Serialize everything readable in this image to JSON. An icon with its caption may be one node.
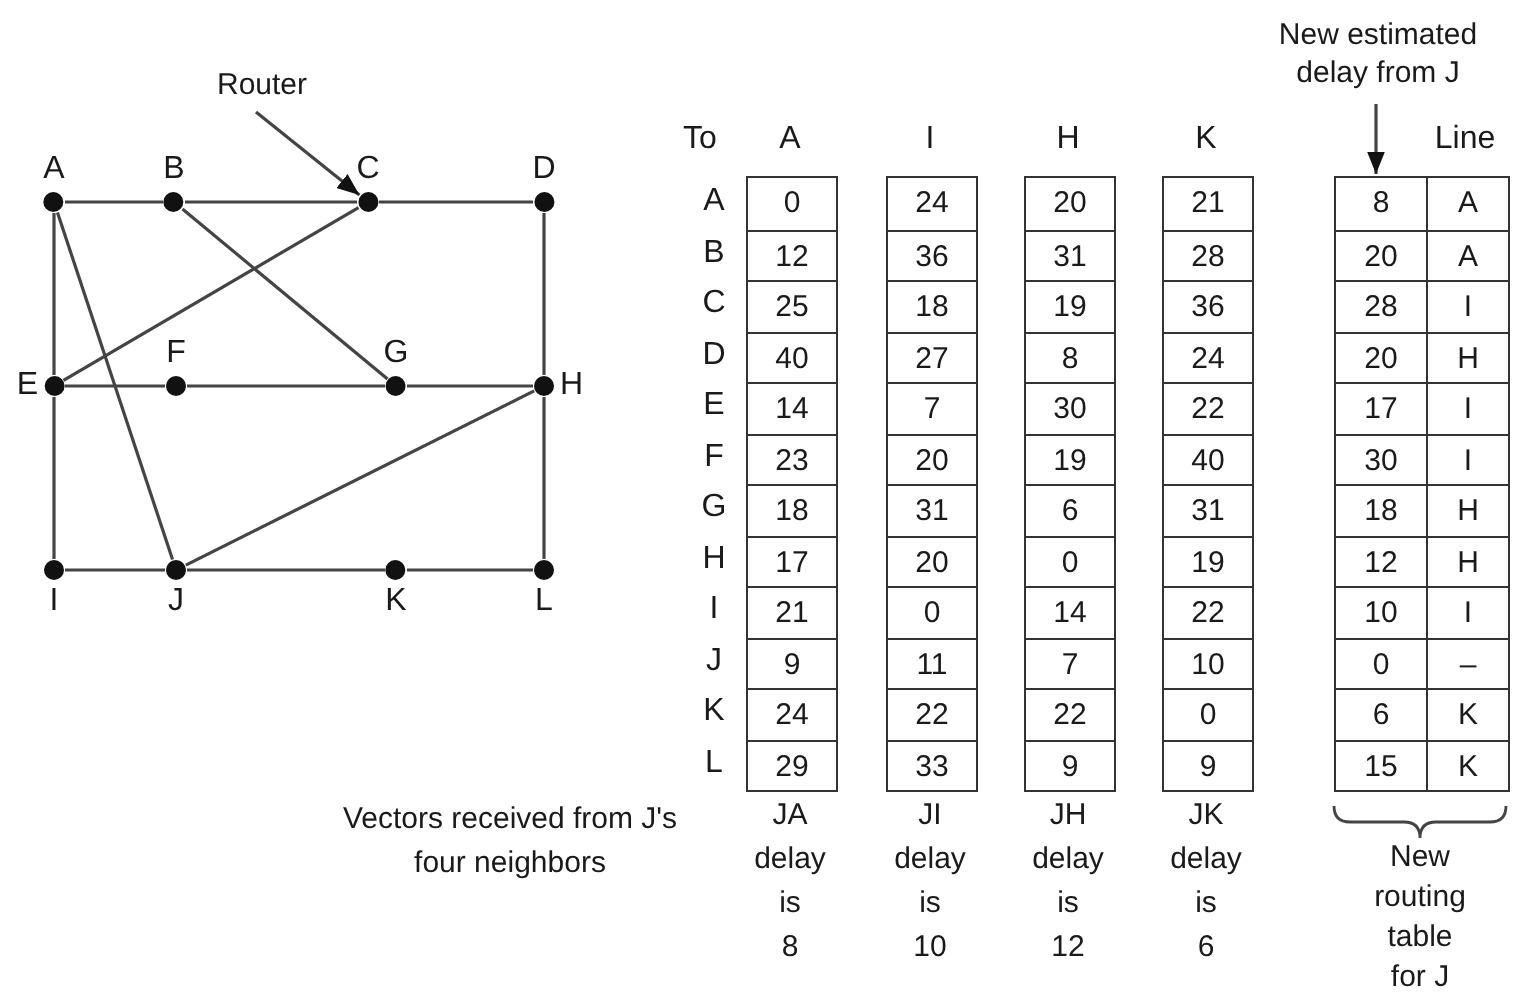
{
  "diagram": {
    "nodes": [
      {
        "text": [
          "A"
        ]
      },
      {
        "text": [
          "B"
        ]
      },
      {
        "text": [
          "C"
        ]
      },
      {
        "text": [
          "D"
        ]
      },
      {
        "text": [
          "E"
        ]
      },
      {
        "text": [
          "F"
        ]
      },
      {
        "text": [
          "G"
        ]
      },
      {
        "text": [
          "H"
        ]
      },
      {
        "text": [
          "I"
        ]
      },
      {
        "text": [
          "J"
        ]
      },
      {
        "text": [
          "K"
        ]
      },
      {
        "text": [
          "L"
        ]
      },
      {
        "text": [
          "Router"
        ]
      },
      {
        "text": [
          "New estimated delay from J"
        ]
      },
      {
        "text": [],
        "shape": "box"
      }
    ],
    "edges": [
      {
        "from": 0,
        "to": 1,
        "arrow": "none"
      },
      {
        "from": 1,
        "to": 2,
        "arrow": "none"
      },
      {
        "from": 2,
        "to": 3,
        "arrow": "none"
      },
      {
        "from": 0,
        "to": 4,
        "arrow": "none"
      },
      {
        "from": 4,
        "to": 8,
        "arrow": "none"
      },
      {
        "from": 3,
        "to": 7,
        "arrow": "none"
      },
      {
        "from": 7,
        "to": 11,
        "arrow": "none"
      },
      {
        "from": 4,
        "to": 5,
        "arrow": "none"
      },
      {
        "from": 5,
        "to": 6,
        "arrow": "none"
      },
      {
        "from": 6,
        "to": 7,
        "arrow": "none"
      },
      {
        "from": 8,
        "to": 9,
        "arrow": "none"
      },
      {
        "from": 9,
        "to": 10,
        "arrow": "none"
      },
      {
        "from": 10,
        "to": 11,
        "arrow": "none"
      },
      {
        "from": 0,
        "to": 9,
        "arrow": "none"
      },
      {
        "from": 2,
        "to": 4,
        "arrow": "none"
      },
      {
        "from": 1,
        "to": 6,
        "arrow": "none"
      },
      {
        "from": 9,
        "to": 7,
        "arrow": "none"
      },
      {
        "from": 12,
        "to": 2,
        "arrow": "to"
      },
      {
        "from": 13,
        "to": 14,
        "arrow": "to"
      }
    ],
    "labels": [
      "To",
      "A",
      "I",
      "H",
      "K",
      "Line",
      "A",
      "0",
      "24",
      "20",
      "21",
      "8",
      "A",
      "B",
      "12",
      "36",
      "31",
      "28",
      "20",
      "A",
      "C",
      "25",
      "18",
      "19",
      "36",
      "28",
      "I",
      "D",
      "40",
      "27",
      "8",
      "24",
      "20",
      "H",
      "E",
      "14",
      "7",
      "30",
      "22",
      "17",
      "I",
      "F",
      "23",
      "20",
      "19",
      "40",
      "30",
      "I",
      "G",
      "18",
      "31",
      "6",
      "31",
      "18",
      "H",
      "H",
      "17",
      "20",
      "0",
      "19",
      "12",
      "H",
      "I",
      "21",
      "0",
      "14",
      "22",
      "10",
      "I",
      "J",
      "9",
      "11",
      "7",
      "10",
      "0",
      "–",
      "K",
      "24",
      "22",
      "22",
      "0",
      "6",
      "K",
      "L",
      "29",
      "33",
      "9",
      "9",
      "15",
      "K",
      "Vectors received from J's four neighbors",
      "JA delay is 8",
      "JI delay is 10",
      "JH delay is 12",
      "JK delay is 6",
      "New routing table for J"
    ]
  }
}
